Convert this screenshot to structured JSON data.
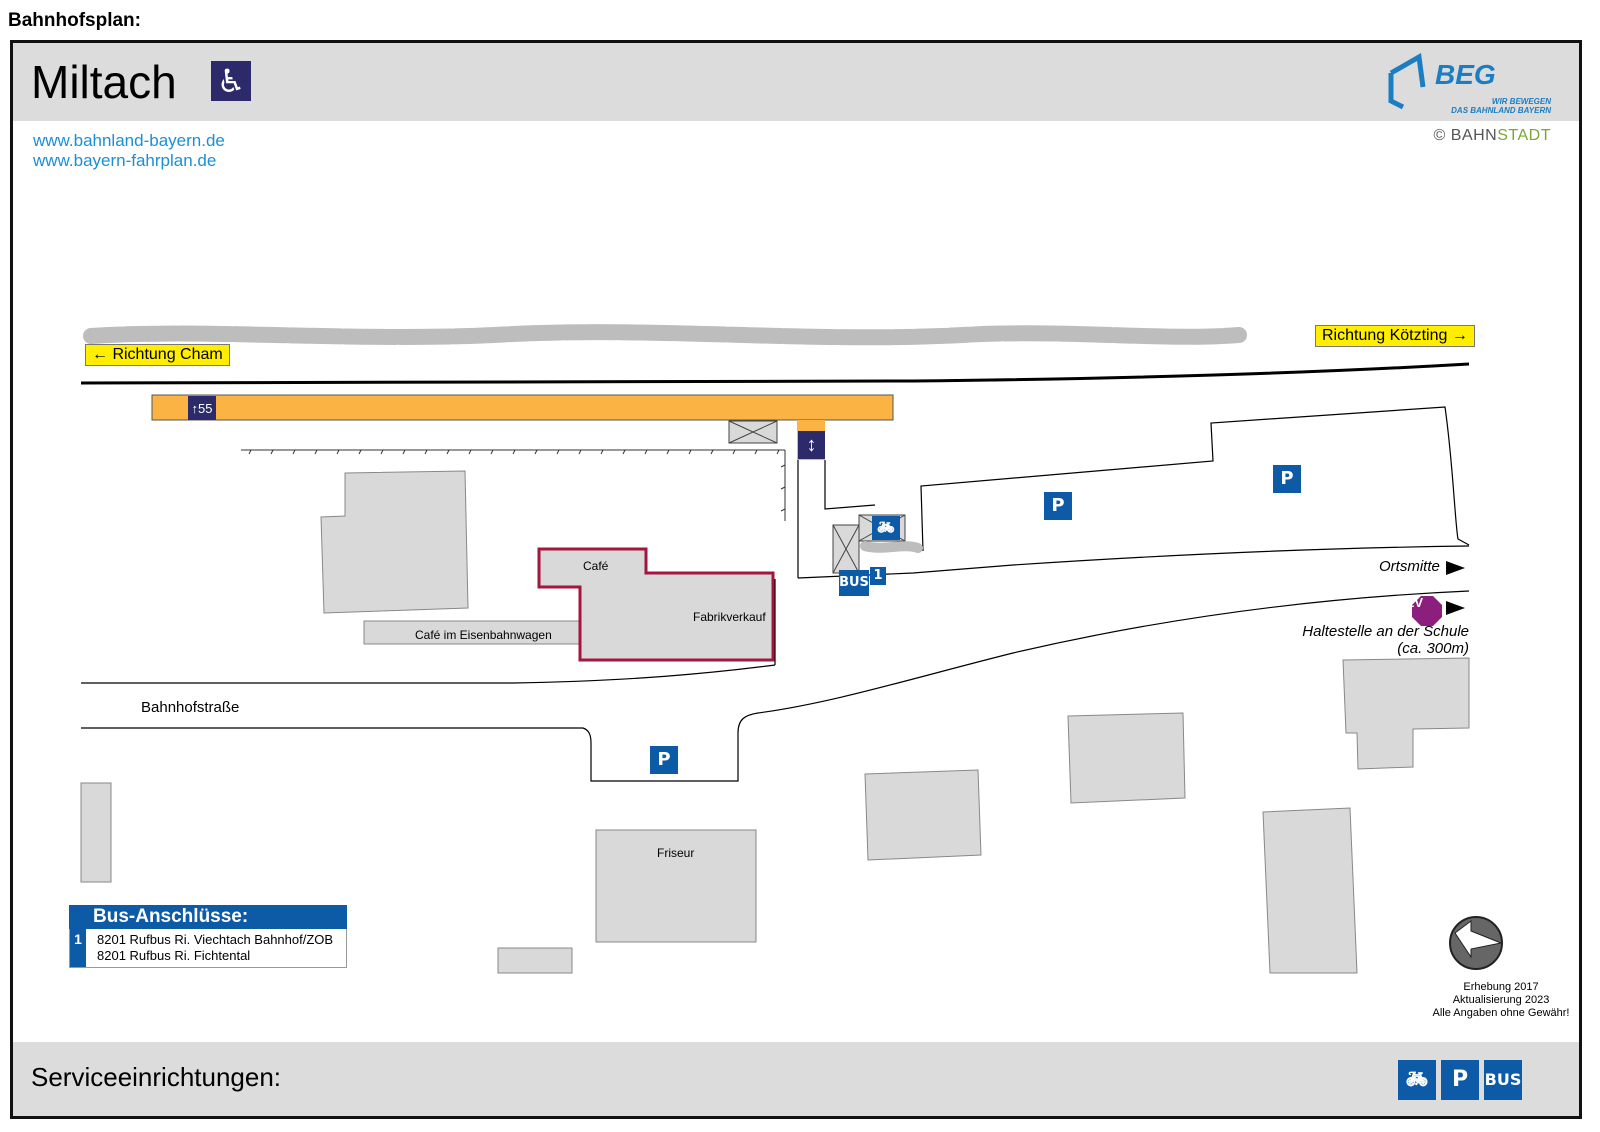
{
  "page_label": "Bahnhofsplan:",
  "station": {
    "name": "Miltach"
  },
  "brand": {
    "name": "BEG",
    "tagline_1": "WIR BEWEGEN",
    "tagline_2": "DAS BAHNLAND BAYERN",
    "copyright_prefix": "© BAHN",
    "copyright_suffix": "STADT",
    "color_blue": "#1b7ec2",
    "color_green": "#7aa832"
  },
  "links": [
    "www.bahnland-bayern.de",
    "www.bayern-fahrplan.de"
  ],
  "directions": {
    "left": "← Richtung Cham",
    "right": "Richtung Kötzting →",
    "ortsmitte": "Ortsmitte",
    "sev_stop_1": "Haltestelle an der Schule",
    "sev_stop_2": "(ca. 300m)"
  },
  "map_labels": {
    "cafe": "Café",
    "fabrikverkauf": "Fabrikverkauf",
    "cafe_wagon": "Café im Eisenbahnwagen",
    "street": "Bahnhofstraße",
    "friseur": "Friseur",
    "platform_height": "55",
    "sev": "SEV",
    "parking": "P",
    "bus": "BUS",
    "bus_stop_number": "1"
  },
  "bus_connections": {
    "title": "Bus-Anschlüsse:",
    "number": "1",
    "lines": [
      "8201 Rufbus Ri. Viechtach Bahnhof/ZOB",
      "8201 Rufbus Ri. Fichtental"
    ]
  },
  "survey": {
    "line1": "Erhebung 2017",
    "line2": "Aktualisierung 2023",
    "line3": "Alle Angaben ohne Gewähr!"
  },
  "footer": {
    "title": "Serviceeinrichtungen:",
    "services": [
      "bicycle-parking",
      "P",
      "BUS"
    ]
  },
  "colors": {
    "platform": "#fbb344",
    "highlight_building": "#a3173f",
    "building": "#d9d9d9",
    "sign_blue": "#0d5aa7",
    "sign_navy": "#2c2a6b",
    "sev_purple": "#8c1e7e",
    "label_yellow": "#ffee00"
  }
}
